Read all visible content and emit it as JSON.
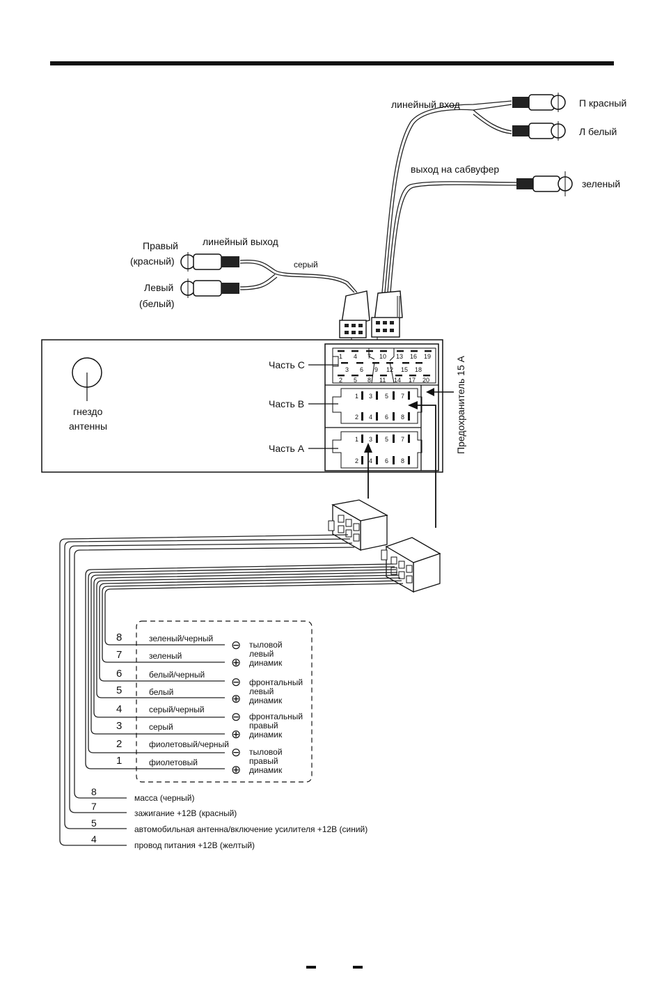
{
  "labels": {
    "line_in": "линейный вход",
    "right_red_in": "П красный",
    "left_white_in": "Л белый",
    "subwoofer_out": "выход на сабвуфер",
    "green": "зеленый",
    "line_out": "линейный выход",
    "right": "Правый",
    "right_color": "(красный)",
    "left": "Левый",
    "left_color": "(белый)",
    "grey": "серый",
    "antenna_line1": "гнездо",
    "antenna_line2": "антенны",
    "part_c": "Часть С",
    "part_b": "Часть В",
    "part_a": "Часть А",
    "fuse": "Предохранитель 15 А"
  },
  "pins": {
    "c_top": [
      "1",
      "4",
      "7",
      "10",
      "13",
      "16",
      "19"
    ],
    "c_mid": [
      "3",
      "6",
      "9",
      "12",
      "15",
      "18"
    ],
    "c_bot": [
      "2",
      "5",
      "8",
      "11",
      "14",
      "17",
      "20"
    ],
    "b_top": [
      "1",
      "3",
      "5",
      "7"
    ],
    "b_bot": [
      "2",
      "4",
      "6",
      "8"
    ],
    "a_top": [
      "1",
      "3",
      "5",
      "7"
    ],
    "a_bot": [
      "2",
      "4",
      "6",
      "8"
    ]
  },
  "speaker_wires": [
    {
      "num": "8",
      "color": "зеленый/черный",
      "sign": "minus"
    },
    {
      "num": "7",
      "color": "зеленый",
      "sign": "plus"
    },
    {
      "num": "6",
      "color": "белый/черный",
      "sign": "minus"
    },
    {
      "num": "5",
      "color": "белый",
      "sign": "plus"
    },
    {
      "num": "4",
      "color": "серый/черный",
      "sign": "minus"
    },
    {
      "num": "3",
      "color": "серый",
      "sign": "plus"
    },
    {
      "num": "2",
      "color": "фиолетовый/черный",
      "sign": "minus"
    },
    {
      "num": "1",
      "color": "фиолетовый",
      "sign": "plus"
    }
  ],
  "speakers": [
    [
      "тыловой",
      "левый",
      "динамик"
    ],
    [
      "фронтальный",
      "левый",
      "динамик"
    ],
    [
      "фронтальный",
      "правый",
      "динамик"
    ],
    [
      "тыловой",
      "правый",
      "динамик"
    ]
  ],
  "power_wires": [
    {
      "num": "8",
      "desc": "масса (черный)"
    },
    {
      "num": "7",
      "desc": "зажигание  +12В  (красный)"
    },
    {
      "num": "5",
      "desc": "автомобильная антенна/включение усилителя +12В (синий)"
    },
    {
      "num": "4",
      "desc": "провод питания +12В (желтый)"
    }
  ],
  "symbols": {
    "minus": "⊖",
    "plus": "⊕"
  }
}
